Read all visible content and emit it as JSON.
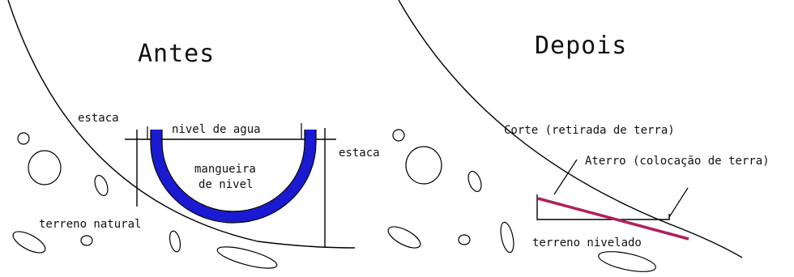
{
  "before": {
    "title": "Antes",
    "labels": {
      "stake_left": "estaca",
      "water_level": "nivel de agua",
      "hose_line1": "mangueira",
      "hose_line2": "de nivel",
      "stake_right": "estaca",
      "ground": "terreno natural"
    }
  },
  "after": {
    "title": "Depois",
    "labels": {
      "cut": "Corte (retirada de terra)",
      "fill": "Aterro (colocação de terra)",
      "ground": "terreno nivelado"
    }
  },
  "colors": {
    "hose": "#1a1ad2",
    "cut_line": "#b0205a",
    "stroke": "#000000"
  }
}
